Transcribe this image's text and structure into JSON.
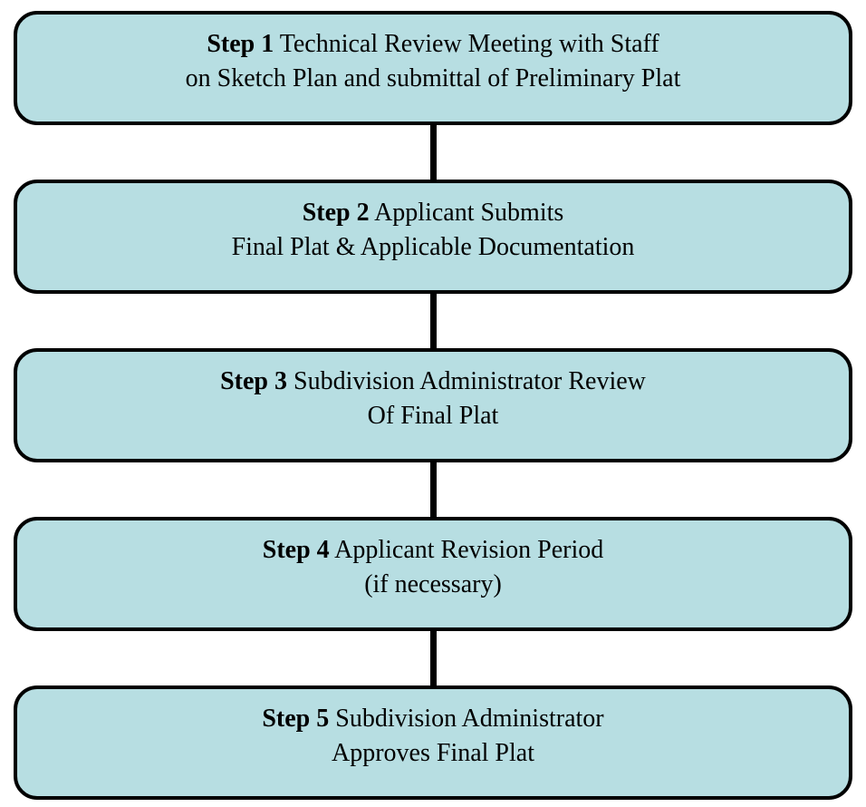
{
  "diagram": {
    "type": "flowchart",
    "direction": "top-to-bottom",
    "box_fill_color": "#B7DEE2",
    "box_border_color": "#000000",
    "connector_color": "#000000",
    "steps": [
      {
        "label": "Step 1",
        "line1": " Technical Review Meeting with Staff",
        "line2": "on Sketch Plan and submittal of Preliminary Plat"
      },
      {
        "label": "Step 2",
        "line1": " Applicant Submits",
        "line2": "Final Plat & Applicable Documentation"
      },
      {
        "label": "Step 3",
        "line1": " Subdivision Administrator Review",
        "line2": "Of Final Plat"
      },
      {
        "label": "Step 4",
        "line1": " Applicant Revision Period",
        "line2": "(if necessary)"
      },
      {
        "label": "Step 5",
        "line1": " Subdivision Administrator",
        "line2": "Approves Final Plat"
      }
    ]
  }
}
